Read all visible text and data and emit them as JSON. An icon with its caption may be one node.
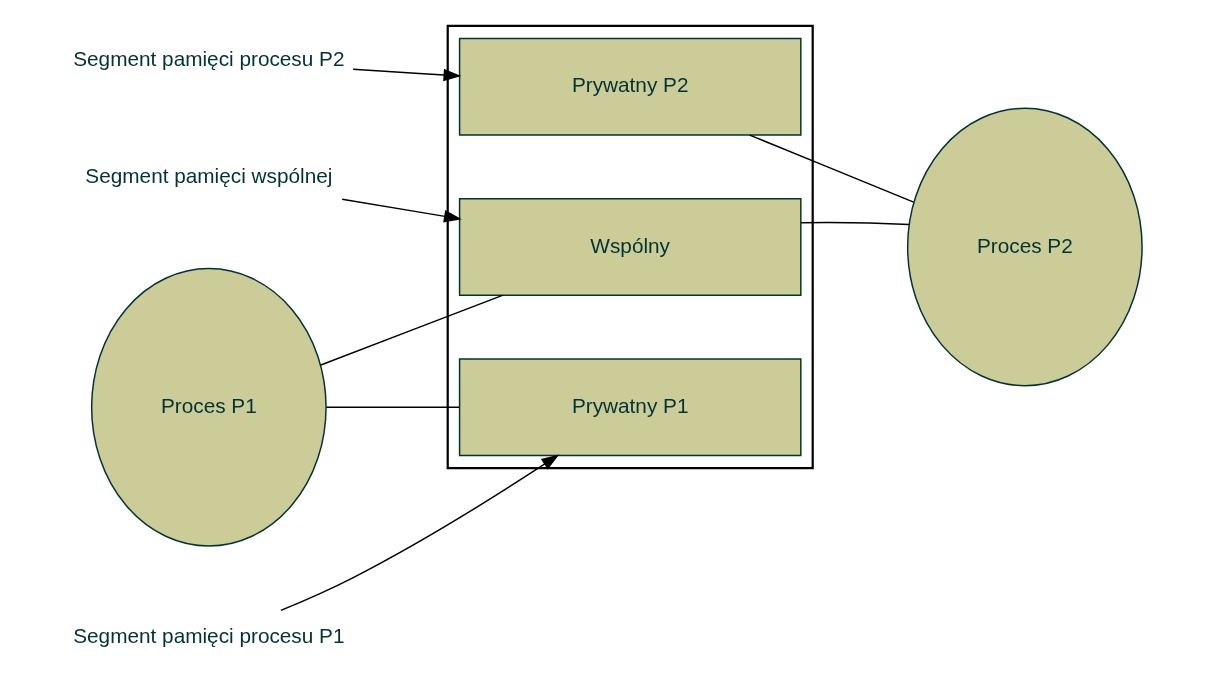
{
  "diagram": {
    "nodes": [
      {
        "text": [
          "Proces P1"
        ]
      },
      {
        "text": [],
        "shape": "bracket"
      },
      {
        "text": [
          "Prywatny P2"
        ],
        "in": 1
      },
      {
        "text": [
          "Wspólny"
        ],
        "in": 1
      },
      {
        "text": [
          "Prywatny P1"
        ],
        "in": 1
      },
      {
        "text": [
          "Proces P2"
        ]
      },
      {
        "text": [
          "Segment pamięci procesu P2"
        ]
      },
      {
        "text": [
          "Segment pamięci wspólnej"
        ]
      },
      {
        "text": [
          "Segment pamięci procesu P1"
        ]
      }
    ],
    "edges": [
      {
        "from": 0,
        "to": 3,
        "arrow": "none"
      },
      {
        "from": 0,
        "to": 4,
        "arrow": "none"
      },
      {
        "from": 5,
        "to": 3,
        "arrow": "none"
      },
      {
        "from": 5,
        "to": 2,
        "arrow": "none"
      },
      {
        "from": 6,
        "to": 2,
        "arrow": "to"
      },
      {
        "from": 7,
        "to": 3,
        "arrow": "to"
      },
      {
        "from": 8,
        "to": 4,
        "arrow": "to"
      }
    ]
  }
}
